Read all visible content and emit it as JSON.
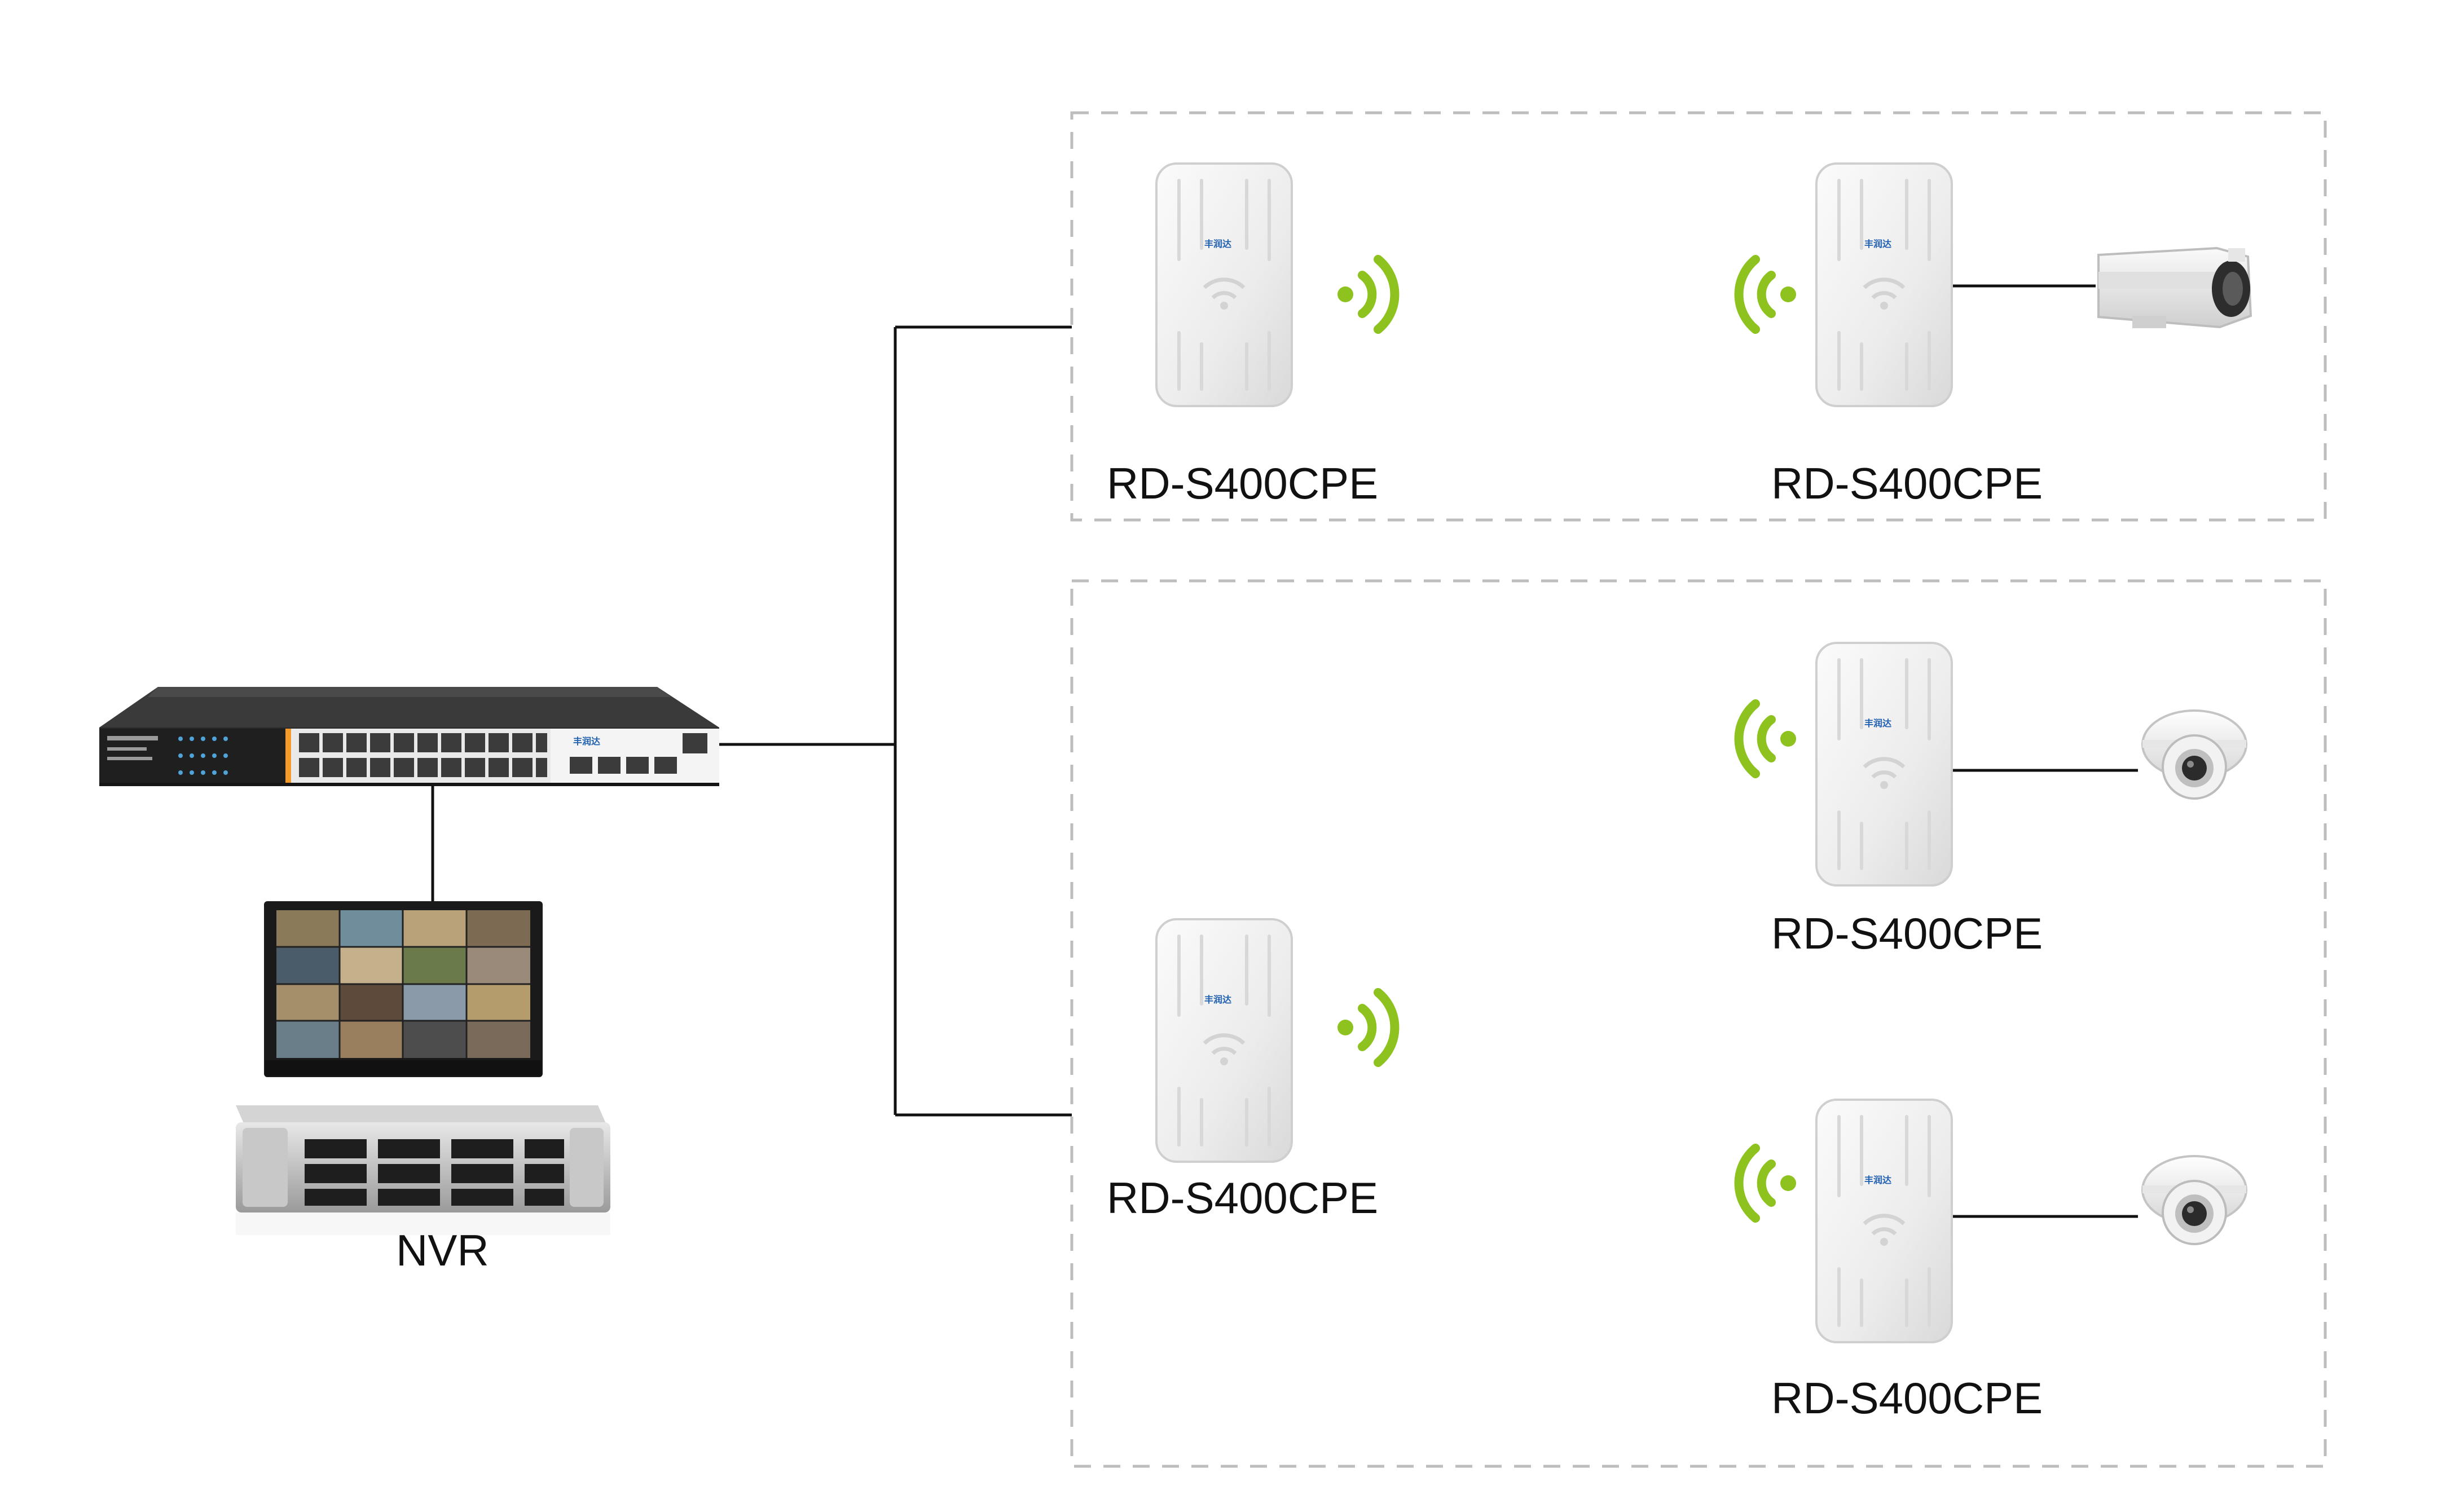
{
  "devices": {
    "cpe_model": "RD-S400CPE",
    "brand_mark": "丰润达",
    "nvr_label": "NVR"
  },
  "cpe_labels": {
    "top_left": "RD-S400CPE",
    "top_right": "RD-S400CPE",
    "mid_right": "RD-S400CPE",
    "bottom_left": "RD-S400CPE",
    "bottom_right": "RD-S400CPE"
  },
  "colors": {
    "signal_green": "#8dc21f",
    "switch_orange": "#f39a2b",
    "dashed_border": "#bdbdbd",
    "wire": "#111111"
  },
  "icons": [
    "wifi-signal-icon",
    "bullet-camera-icon",
    "dome-camera-icon",
    "poe-switch-icon",
    "nvr-icon",
    "monitor-icon"
  ]
}
